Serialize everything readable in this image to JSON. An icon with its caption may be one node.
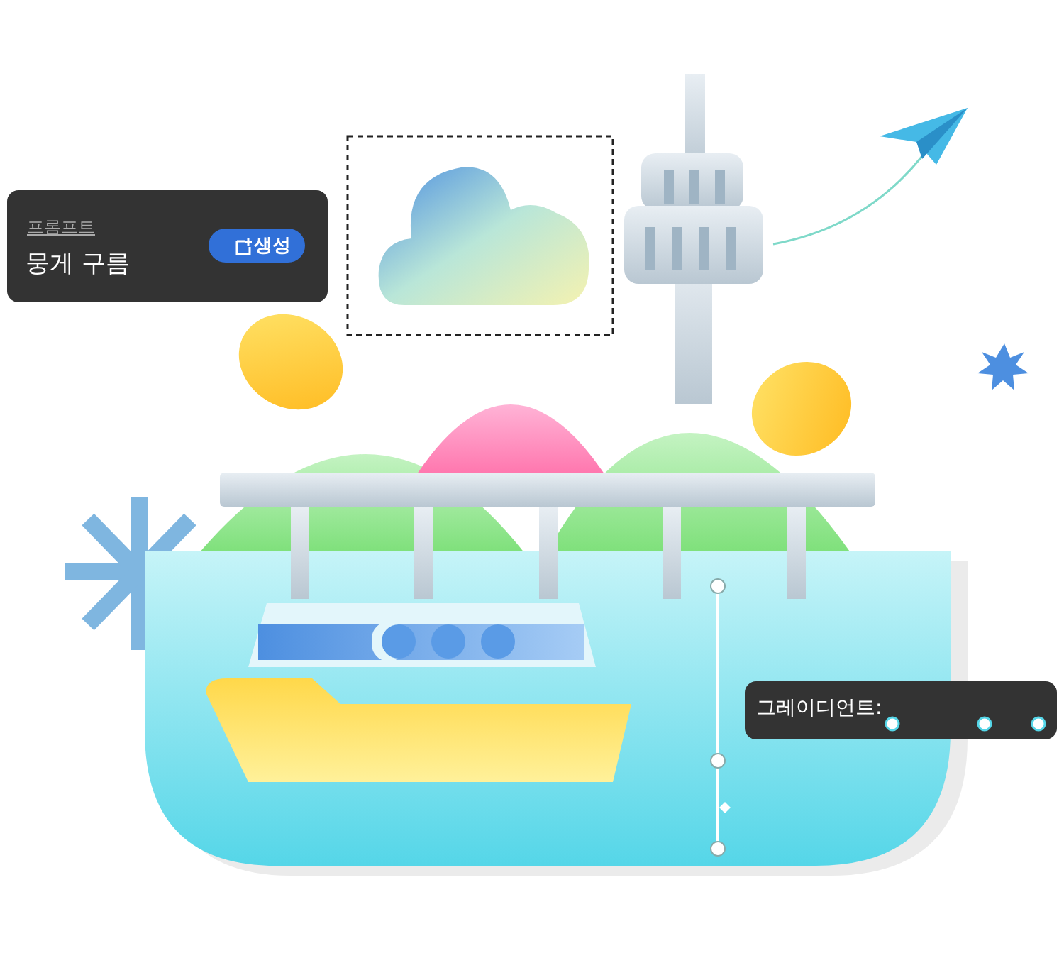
{
  "diagram": {
    "labels": [
      "프롬프트",
      "뭉게 구름",
      "생성",
      "그레이디언트:"
    ]
  }
}
